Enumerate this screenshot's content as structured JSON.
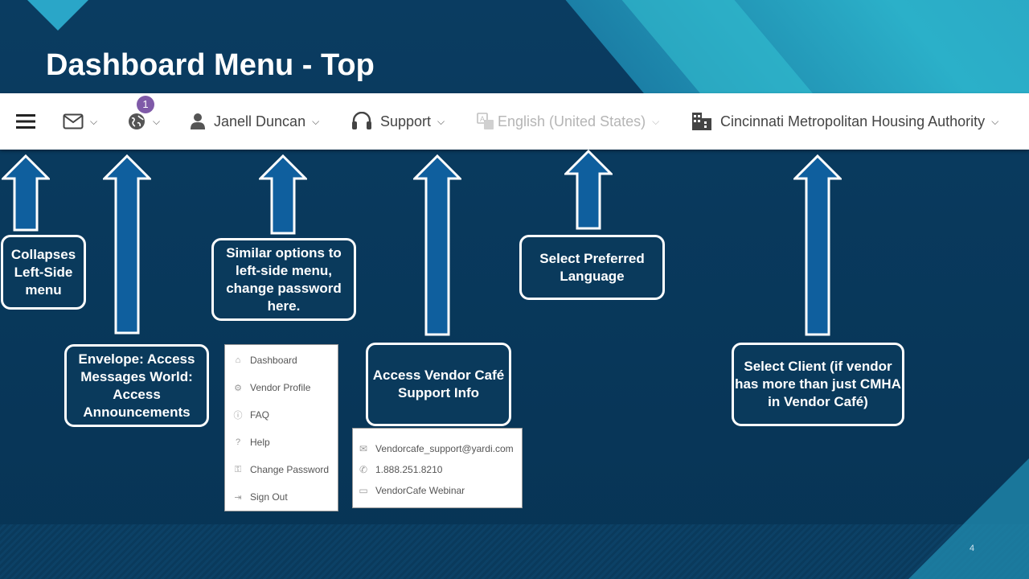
{
  "slide": {
    "title": "Dashboard Menu - Top",
    "page_number": "4"
  },
  "navbar": {
    "badge_count": "1",
    "user_name": "Janell Duncan",
    "support_label": "Support",
    "language_label": "English (United States)",
    "client_label": "Cincinnati Metropolitan Housing Authority"
  },
  "callouts": {
    "collapse": "Collapses Left-Side menu",
    "envelope": "Envelope: Access Messages World: Access Announcements",
    "user": "Similar options to left-side menu, change password here.",
    "support": "Access Vendor Café Support Info",
    "language": "Select Preferred Language",
    "client": "Select Client (if vendor has more than just CMHA in Vendor Café)"
  },
  "user_menu": {
    "items": [
      "Dashboard",
      "Vendor Profile",
      "FAQ",
      "Help",
      "Change Password",
      "Sign Out"
    ]
  },
  "support_menu": {
    "email": "Vendorcafe_support@yardi.com",
    "phone": "1.888.251.8210",
    "webinar": "VendorCafe Webinar"
  },
  "colors": {
    "background": "#0b3d63",
    "arrow_fill": "#0f5f9e",
    "badge": "#7f5aa8"
  }
}
